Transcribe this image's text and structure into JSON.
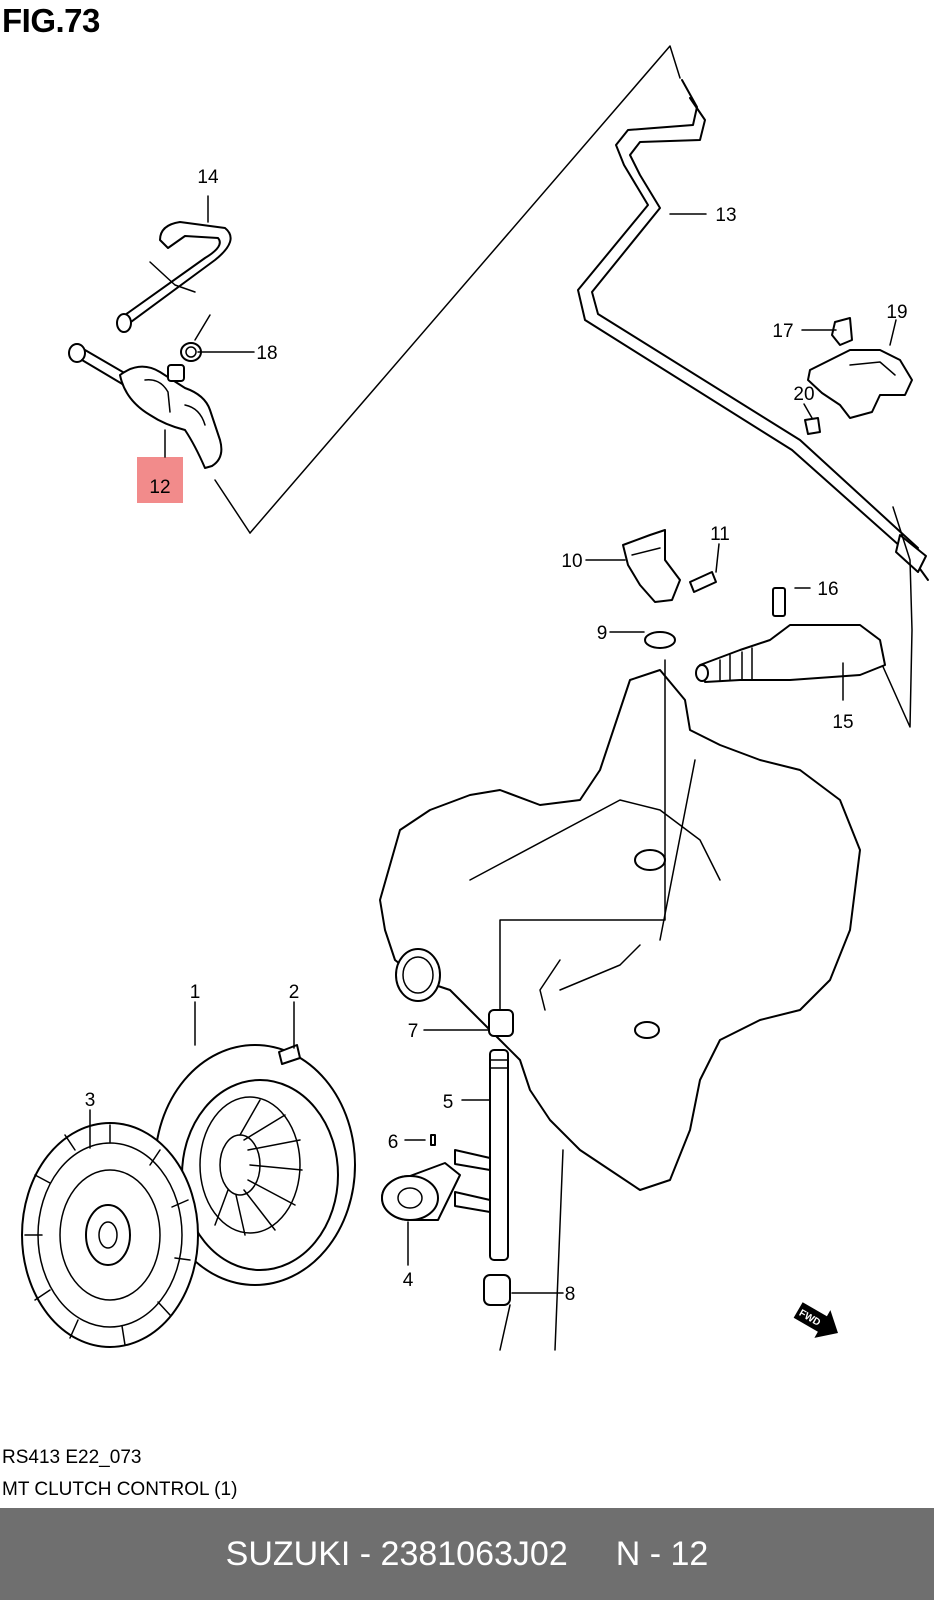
{
  "figure": {
    "title": "FIG.73"
  },
  "callouts": [
    {
      "id": "1",
      "highlight": false
    },
    {
      "id": "2",
      "highlight": false
    },
    {
      "id": "3",
      "highlight": false
    },
    {
      "id": "4",
      "highlight": false
    },
    {
      "id": "5",
      "highlight": false
    },
    {
      "id": "6",
      "highlight": false
    },
    {
      "id": "7",
      "highlight": false
    },
    {
      "id": "8",
      "highlight": false
    },
    {
      "id": "9",
      "highlight": false
    },
    {
      "id": "10",
      "highlight": false
    },
    {
      "id": "11",
      "highlight": false
    },
    {
      "id": "12",
      "highlight": true
    },
    {
      "id": "13",
      "highlight": false
    },
    {
      "id": "14",
      "highlight": false
    },
    {
      "id": "15",
      "highlight": false
    },
    {
      "id": "16",
      "highlight": false
    },
    {
      "id": "17",
      "highlight": false
    },
    {
      "id": "18",
      "highlight": false
    },
    {
      "id": "19",
      "highlight": false
    },
    {
      "id": "20",
      "highlight": false
    }
  ],
  "caption": {
    "code": "RS413 E22_073",
    "name": "MT CLUTCH CONTROL (1)"
  },
  "footer": {
    "brand_part": "SUZUKI - 2381063J02",
    "position": "N - 12"
  },
  "colors": {
    "highlight": "#f28b8b",
    "footer_bg": "#6f6f6f",
    "footer_text": "#ffffff"
  },
  "icons": [
    "fwd-arrow-icon"
  ]
}
